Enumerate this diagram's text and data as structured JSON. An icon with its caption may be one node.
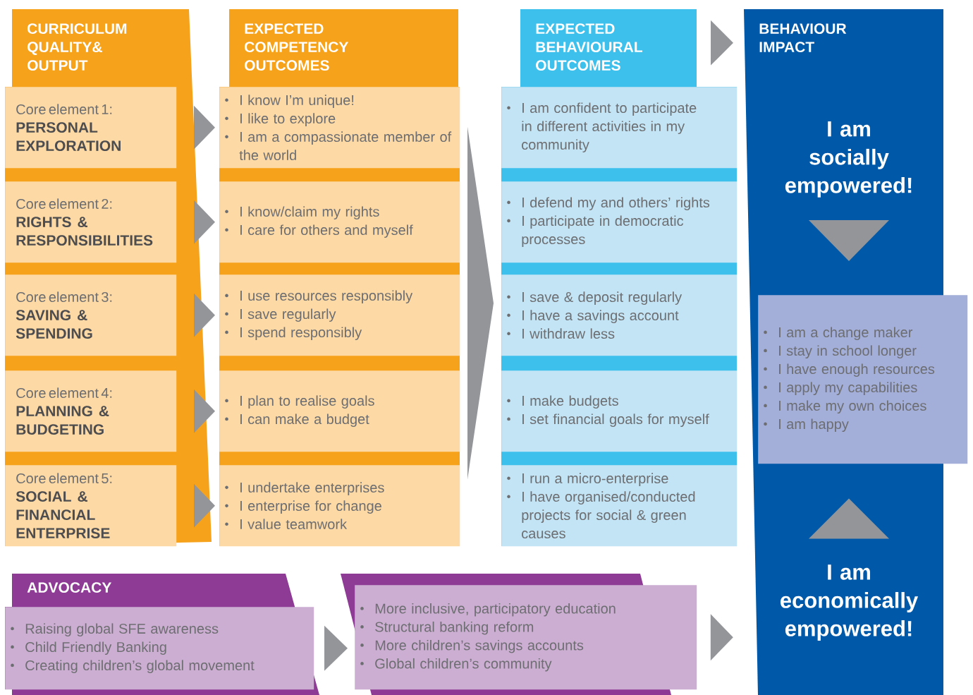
{
  "diagram": {
    "nodes": [
      {
        "text": [
          "CURRICULUM QUALITY& OUTPUT"
        ]
      },
      {
        "text": [
          "Core element 1:",
          "PERSONAL EXPLORATION"
        ],
        "in": 0
      },
      {
        "text": [
          "Core element 2:",
          "RIGHTS & RESPONSIBILITIES"
        ],
        "in": 0
      },
      {
        "text": [
          "Core element 3:",
          "SAVING & SPENDING"
        ],
        "in": 0
      },
      {
        "text": [
          "Core element 4:",
          "PLANNING & BUDGETING"
        ],
        "in": 0
      },
      {
        "text": [
          "Core element 5:",
          "SOCIAL & FINANCIAL ENTERPRISE"
        ],
        "in": 0
      },
      {
        "text": [
          "EXPECTED COMPETENCY OUTCOMES"
        ]
      },
      {
        "text": [
          "I know I’m unique!",
          "I like to explore",
          "I am a compassionate member of the world"
        ],
        "in": 6
      },
      {
        "text": [
          "I know/claim my rights",
          "I care for others and myself"
        ],
        "in": 6
      },
      {
        "text": [
          "I use resources responsibly",
          "I save regularly",
          "I spend responsibly"
        ],
        "in": 6
      },
      {
        "text": [
          "I plan to realise goals",
          "I can make a budget"
        ],
        "in": 6
      },
      {
        "text": [
          "I undertake enterprises",
          "I enterprise for change",
          "I value teamwork"
        ],
        "in": 6
      },
      {
        "text": [
          "EXPECTED BEHAVIOURAL OUTCOMES"
        ]
      },
      {
        "text": [
          "I am confident to participate in different activities in my community"
        ],
        "in": 12
      },
      {
        "text": [
          "I defend my and others’ rights",
          "I participate in democratic processes"
        ],
        "in": 12
      },
      {
        "text": [
          "I save & deposit regularly",
          "I have a savings account",
          "I withdraw less"
        ],
        "in": 12
      },
      {
        "text": [
          "I make budgets",
          "I set financial goals for myself"
        ],
        "in": 12
      },
      {
        "text": [
          "I run a micro-enterprise",
          "I have organised/conducted projects for social & green causes"
        ],
        "in": 12
      },
      {
        "text": [
          "BEHAVIOUR IMPACT"
        ]
      },
      {
        "text": [
          "I am socially empowered!"
        ],
        "in": 18
      },
      {
        "text": [
          "I am a change maker",
          "I stay in school longer",
          "I have enough resources",
          "I apply my capabilities",
          "I make my own choices",
          "I am happy"
        ]
      },
      {
        "text": [
          "I am economically empowered!"
        ],
        "in": 18
      },
      {
        "text": [
          "ADVOCACY"
        ]
      },
      {
        "text": [
          "Raising global SFE awareness",
          "Child Friendly Banking",
          "Creating children’s global movement"
        ],
        "in": 22
      },
      {
        "text": [],
        "shape": "parallelogram"
      },
      {
        "text": [
          "More inclusive, participatory education",
          "Structural banking reform",
          "More children’s savings accounts",
          "Global children’s community"
        ]
      }
    ],
    "edges": [
      {
        "from": 1,
        "to": 7,
        "arrow": "to"
      },
      {
        "from": 2,
        "to": 8,
        "arrow": "to"
      },
      {
        "from": 3,
        "to": 9,
        "arrow": "to"
      },
      {
        "from": 4,
        "to": 10,
        "arrow": "to"
      },
      {
        "from": 5,
        "to": 11,
        "arrow": "to"
      },
      {
        "from": 6,
        "to": 12,
        "arrow": "to"
      },
      {
        "from": 12,
        "to": 18,
        "arrow": "to"
      },
      {
        "from": 19,
        "to": 20,
        "arrow": "to"
      },
      {
        "from": 21,
        "to": 20,
        "arrow": "to"
      },
      {
        "from": 23,
        "to": 24,
        "arrow": "to"
      },
      {
        "from": 25,
        "to": 21,
        "arrow": "to"
      }
    ]
  }
}
